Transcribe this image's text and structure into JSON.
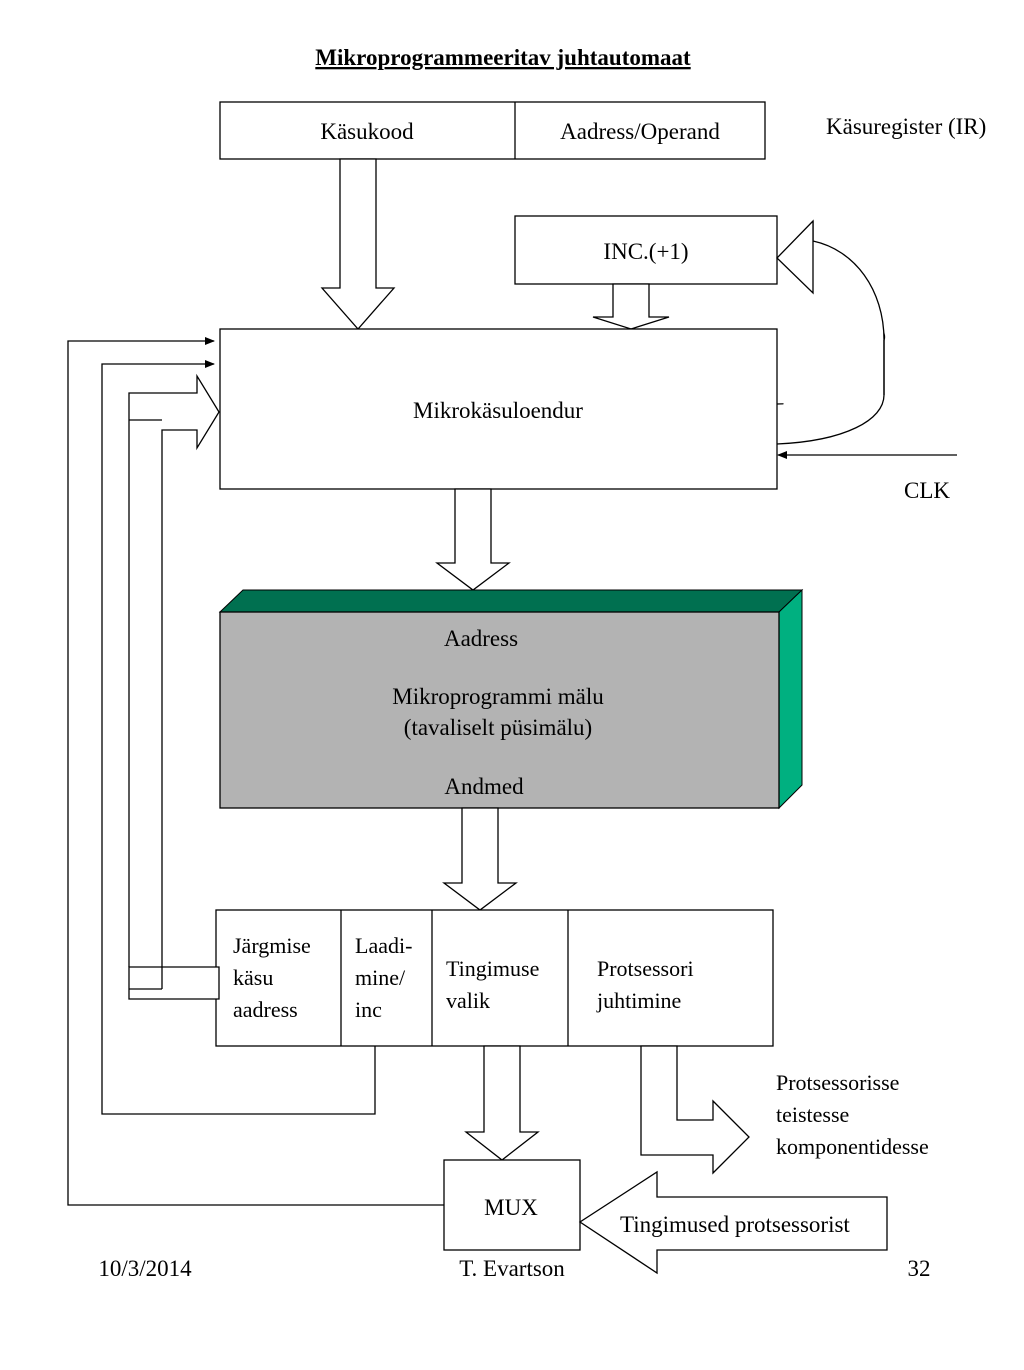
{
  "title": "Mikroprogrammeeritav juhtautomaat",
  "ir": {
    "label": "Käsuregister (IR)",
    "field_opcode": "Käsukood",
    "field_address": "Aadress/Operand"
  },
  "inc_label": "INC.(+1)",
  "counter_label": "Mikrokäsuloendur",
  "clk_label": "CLK",
  "memory": {
    "address_label": "Aadress",
    "name_line1": "Mikroprogrammi mälu",
    "name_line2": "(tavaliselt püsimälu)",
    "data_label": "Andmed",
    "colors": {
      "face": "#b3b3b3",
      "top": "#007050",
      "side": "#00b080"
    }
  },
  "microword": {
    "next_addr": [
      "Järgmise",
      "käsu",
      "aadress"
    ],
    "load_inc": [
      "Laadi-",
      "mine/",
      "inc"
    ],
    "cond_select": [
      "Tingimuse",
      "valik"
    ],
    "cpu_control": [
      "Protsessori",
      "juhtimine"
    ]
  },
  "mux_label": "MUX",
  "conditions_label": "Tingimused protsessorist",
  "to_cpu": [
    "Protsessorisse",
    "teistesse",
    "komponentidesse"
  ],
  "footer": {
    "date": "10/3/2014",
    "author": "T. Evartson",
    "page": "32"
  }
}
